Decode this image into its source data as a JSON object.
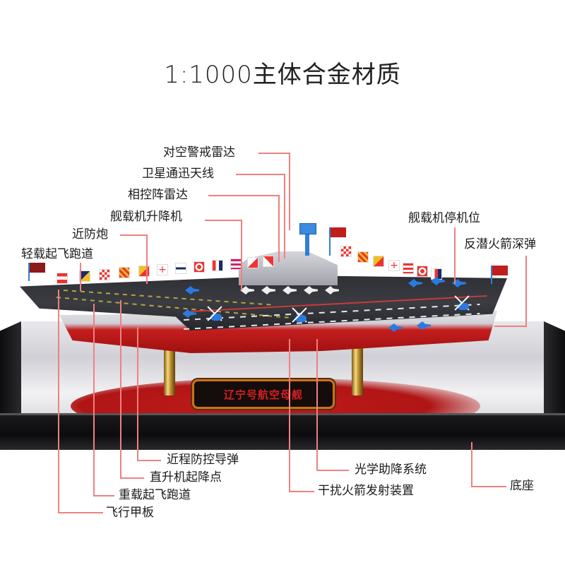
{
  "title": "1:1000主体合金材质",
  "nameplate": "辽宁号航空母舰",
  "colors": {
    "leader_line": "#f08080",
    "hull_red": "#c41e1e",
    "deck_dark": "#2e3036",
    "aircraft_blue": "#2a7ae0",
    "island_grey": "#b7b8bf",
    "base_black": "#121214",
    "nameplate_border": "#c8741a"
  },
  "labels_top": [
    {
      "text": "对空警戒雷达"
    },
    {
      "text": "卫星通迅天线"
    },
    {
      "text": "相控阵雷达"
    },
    {
      "text": "舰载机升降机"
    },
    {
      "text": "近防炮"
    },
    {
      "text": "轻载起飞跑道"
    },
    {
      "text": "舰载机停机位"
    },
    {
      "text": "反潜火箭深弹"
    }
  ],
  "labels_bottom": [
    {
      "text": "近程防控导弹"
    },
    {
      "text": "直升机起降点"
    },
    {
      "text": "重载起飞跑道"
    },
    {
      "text": "飞行甲板"
    },
    {
      "text": "光学助降系统"
    },
    {
      "text": "干扰火箭发射装置"
    },
    {
      "text": "底座"
    }
  ]
}
